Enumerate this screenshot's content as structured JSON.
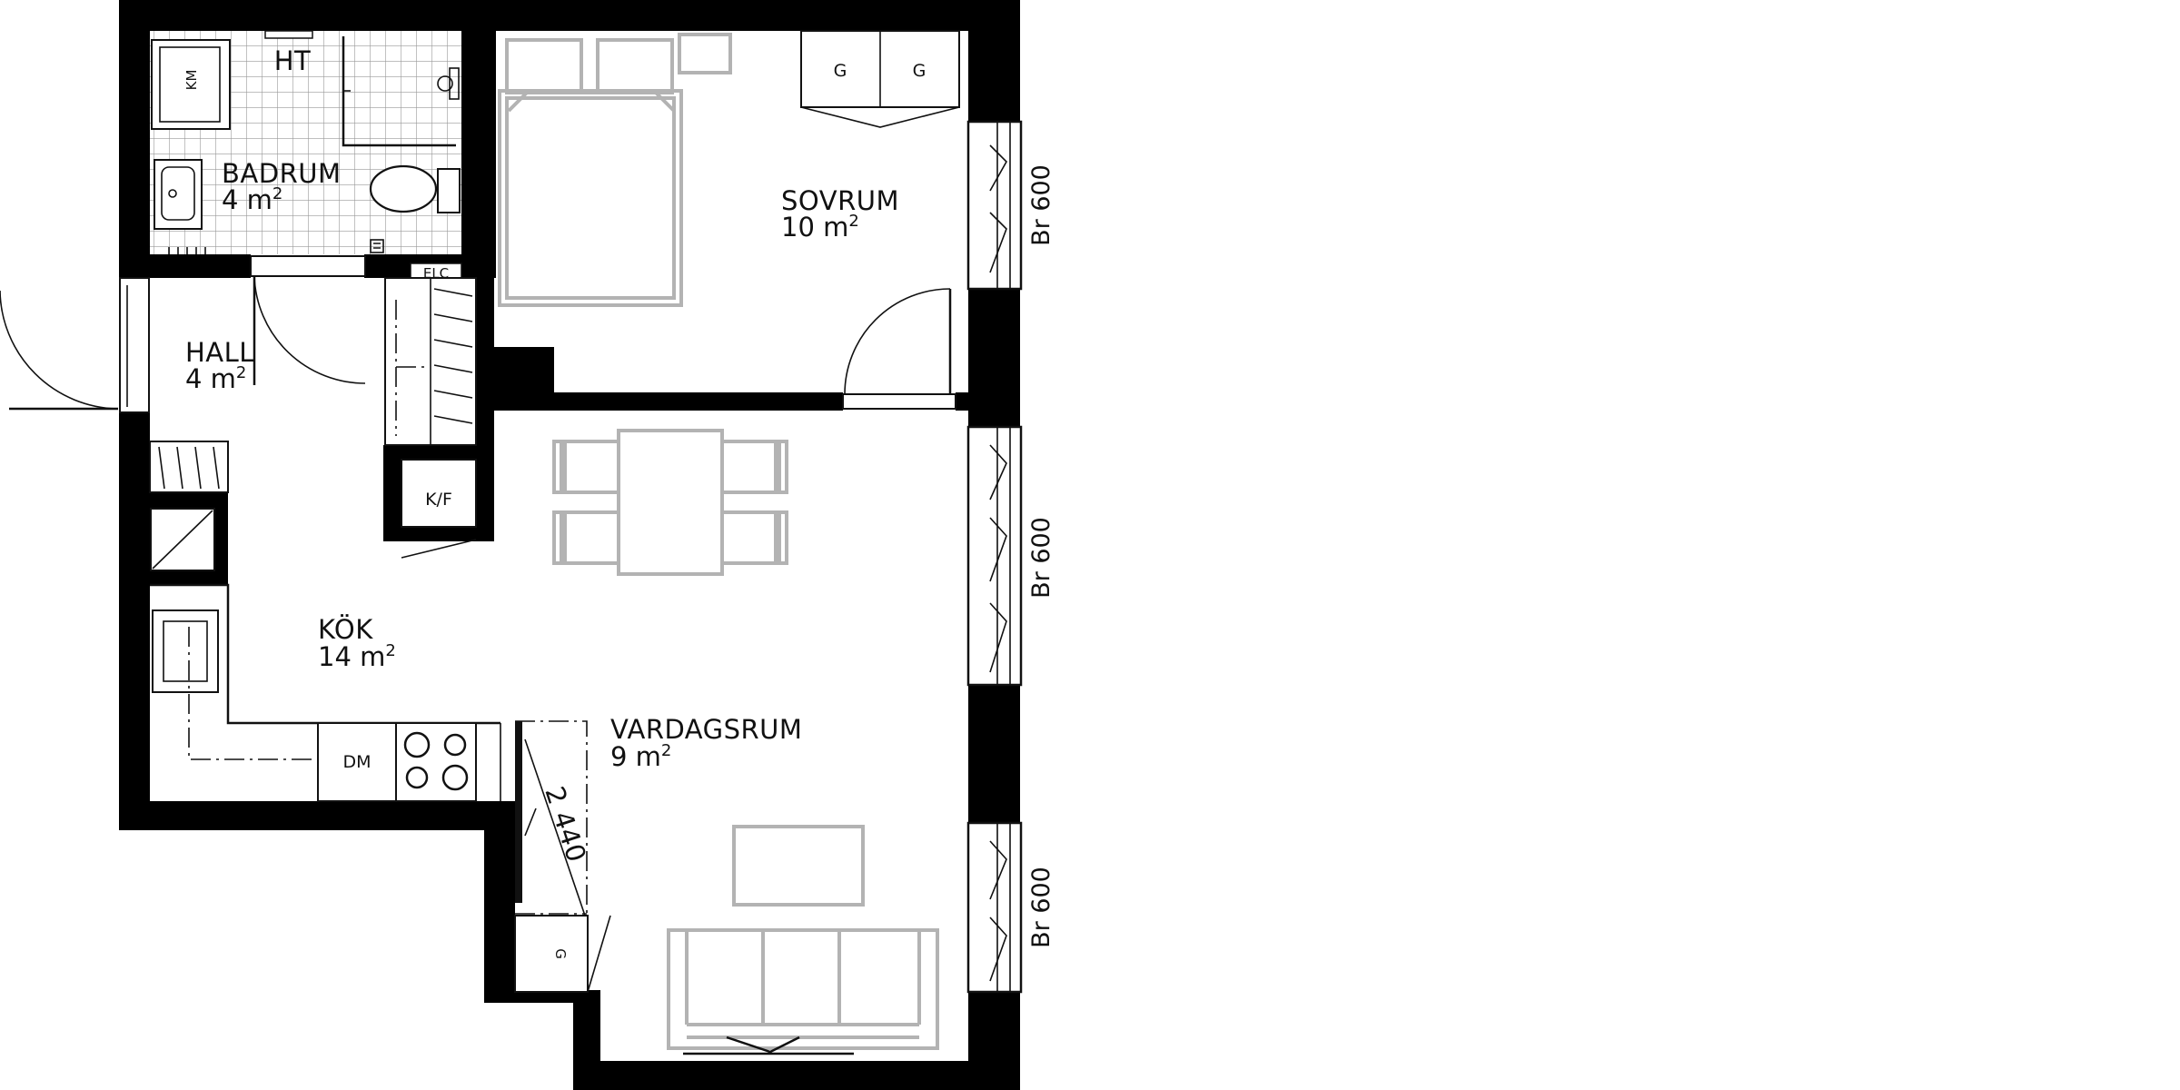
{
  "rooms": {
    "badrum": {
      "name": "BADRUM",
      "area": "4 m",
      "unit_sup": "2"
    },
    "sovrum": {
      "name": "SOVRUM",
      "area": "10 m",
      "unit_sup": "2"
    },
    "hall": {
      "name": "HALL",
      "area": "4 m",
      "unit_sup": "2"
    },
    "kok": {
      "name": "KÖK",
      "area": "14 m",
      "unit_sup": "2"
    },
    "vardagsrum": {
      "name": "VARDAGSRUM",
      "area": "9 m",
      "unit_sup": "2"
    }
  },
  "fixtures": {
    "ht": "HT",
    "km": "KM",
    "elc": "ELC",
    "kf": "K/F",
    "dm": "DM",
    "wardrobe_g1": "G",
    "wardrobe_g2": "G",
    "wardrobe_g3": "G"
  },
  "dimensions": {
    "wall_length": "2 440"
  },
  "windows": [
    {
      "label": "Br 600"
    },
    {
      "label": "Br 600"
    },
    {
      "label": "Br 600"
    }
  ],
  "colors": {
    "wall": "#000000",
    "furniture": "#b3b3b3",
    "background": "#ffffff"
  }
}
